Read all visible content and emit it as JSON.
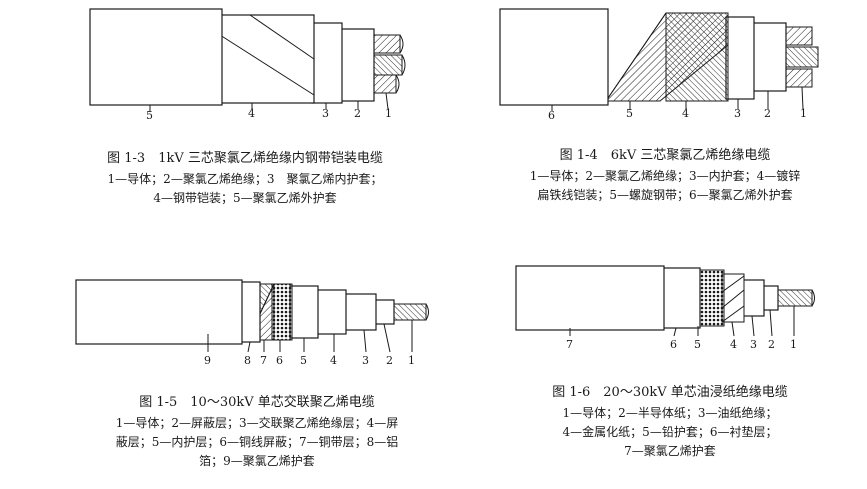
{
  "figures": [
    {
      "id": "fig13",
      "title": "图 1-3　1kV 三芯聚氯乙烯绝缘内钢带铠装电缆",
      "legend": [
        "1—导体；2—聚氯乙烯绝缘；3　聚氯乙烯内护套；",
        "4—钢带铠装；5—聚氯乙烯外护套"
      ],
      "labels": [
        "5",
        "4",
        "3",
        "2",
        "1"
      ]
    },
    {
      "id": "fig14",
      "title": "图 1-4　6kV 三芯聚氯乙烯绝缘电缆",
      "legend": [
        "1—导体；2—聚氯乙烯绝缘；3—内护套；4—镀锌",
        "扁铁线铠装；5—螺旋钢带；6—聚氯乙烯外护套"
      ],
      "labels": [
        "6",
        "5",
        "4",
        "3",
        "2",
        "1"
      ]
    },
    {
      "id": "fig15",
      "title": "图 1-5　10～30kV 单芯交联聚乙烯电缆",
      "legend": [
        "1—导体；2—屏蔽层；3—交联聚乙烯绝缘层；4—屏",
        "蔽层；5—内护层；6—铜线屏蔽；7—铜带层；8—铝",
        "箔；9—聚氯乙烯护套"
      ],
      "labels": [
        "9",
        "8",
        "7",
        "6",
        "5",
        "4",
        "3",
        "2",
        "1"
      ]
    },
    {
      "id": "fig16",
      "title": "图 1-6　20～30kV 单芯油浸纸绝缘电缆",
      "legend": [
        "1—导体；2—半导体纸；3—油纸绝缘；",
        "4—金属化纸；5—铅护套；6—衬垫层；",
        "7—聚氯乙烯护套"
      ],
      "labels": [
        "7",
        "6",
        "5",
        "4",
        "3",
        "2",
        "1"
      ]
    }
  ]
}
